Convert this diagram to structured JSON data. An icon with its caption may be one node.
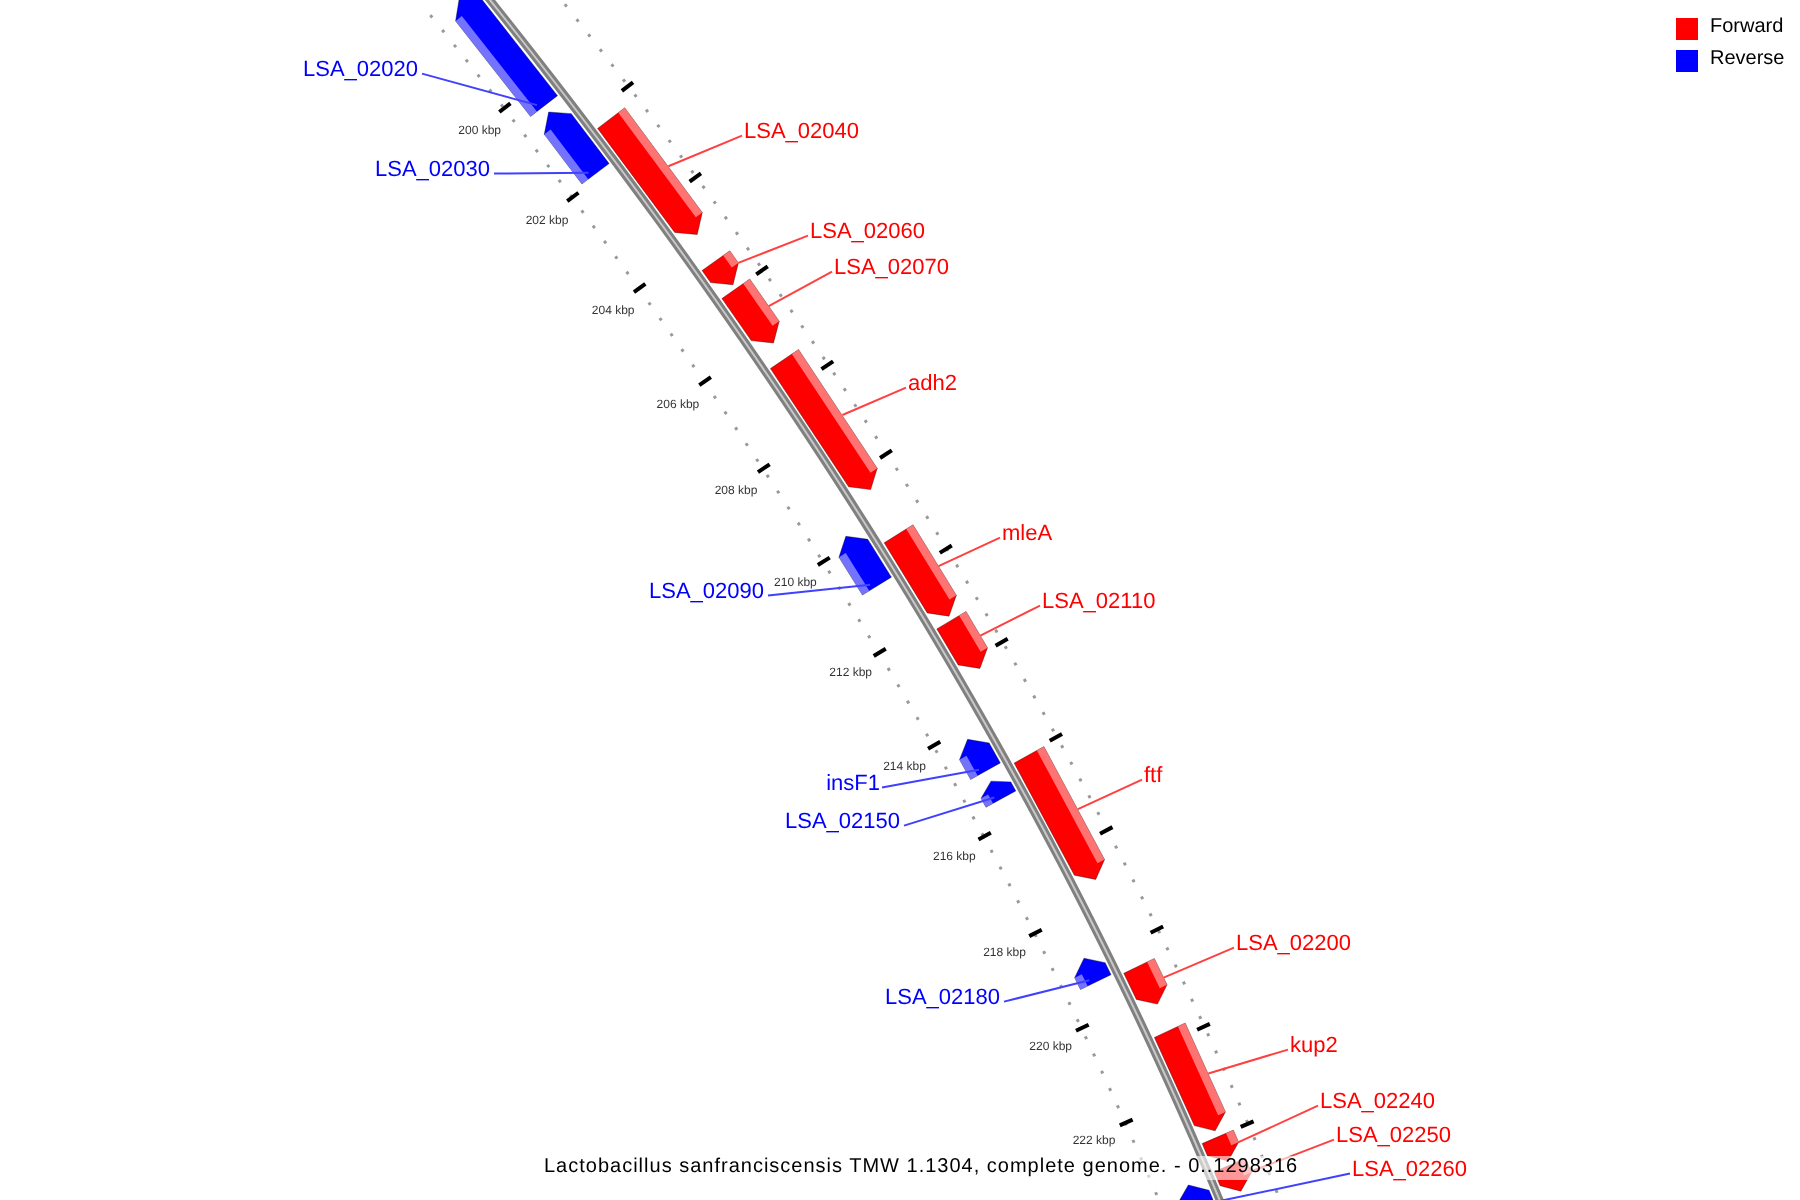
{
  "diagram": {
    "caption": "Lactobacillus sanfranciscensis TMW 1.1304, complete genome. - 0..1298316",
    "nodes": [
      {
        "text": [
          "LSA_02020"
        ]
      },
      {
        "text": [],
        "shape": "bar"
      },
      {
        "text": [
          "LSA_02030"
        ]
      },
      {
        "text": [],
        "shape": "bar"
      },
      {
        "text": [
          "LSA_02040"
        ]
      },
      {
        "text": [],
        "shape": "bar"
      },
      {
        "text": [
          "LSA_02060"
        ]
      },
      {
        "text": [],
        "shape": "bar"
      },
      {
        "text": [
          "LSA_02070"
        ]
      },
      {
        "text": [],
        "shape": "bar"
      },
      {
        "text": [
          "adh2"
        ]
      },
      {
        "text": [],
        "shape": "bar"
      },
      {
        "text": [
          "LSA_02090"
        ]
      },
      {
        "text": [],
        "shape": "bar"
      },
      {
        "text": [
          "mleA"
        ]
      },
      {
        "text": [],
        "shape": "bar"
      },
      {
        "text": [
          "LSA_02110"
        ]
      },
      {
        "text": [],
        "shape": "bar"
      },
      {
        "text": [
          "insF1"
        ]
      },
      {
        "text": [],
        "shape": "bar"
      },
      {
        "text": [
          "LSA_02150"
        ]
      },
      {
        "text": [],
        "shape": "bar"
      },
      {
        "text": [
          "ftf"
        ]
      },
      {
        "text": [],
        "shape": "bar"
      },
      {
        "text": [
          "LSA_02180"
        ]
      },
      {
        "text": [],
        "shape": "bar"
      },
      {
        "text": [
          "LSA_02200"
        ]
      },
      {
        "text": [],
        "shape": "bar"
      },
      {
        "text": [
          "kup2"
        ]
      },
      {
        "text": [],
        "shape": "bar"
      },
      {
        "text": [
          "LSA_02240"
        ]
      },
      {
        "text": [],
        "shape": "bar"
      },
      {
        "text": [
          "LSA_02250"
        ]
      },
      {
        "text": [],
        "shape": "bar"
      },
      {
        "text": [
          "LSA_02260"
        ]
      },
      {
        "text": [],
        "shape": "bar"
      }
    ],
    "edges": [
      {
        "from": 0,
        "to": 1,
        "arrow": "none",
        "color": "#4040ff"
      },
      {
        "from": 2,
        "to": 3,
        "arrow": "none",
        "color": "#4040ff"
      },
      {
        "from": 4,
        "to": 5,
        "arrow": "none"
      },
      {
        "from": 6,
        "to": 7,
        "arrow": "none"
      },
      {
        "from": 8,
        "to": 9,
        "arrow": "none"
      },
      {
        "from": 10,
        "to": 11,
        "arrow": "none"
      },
      {
        "from": 12,
        "to": 13,
        "arrow": "none",
        "color": "#4040ff"
      },
      {
        "from": 14,
        "to": 15,
        "arrow": "none"
      },
      {
        "from": 16,
        "to": 17,
        "arrow": "none"
      },
      {
        "from": 18,
        "to": 19,
        "arrow": "none",
        "color": "#4040ff"
      },
      {
        "from": 20,
        "to": 21,
        "arrow": "none",
        "color": "#4040ff"
      },
      {
        "from": 22,
        "to": 23,
        "arrow": "none"
      },
      {
        "from": 24,
        "to": 25,
        "arrow": "none",
        "color": "#4040ff"
      },
      {
        "from": 26,
        "to": 27,
        "arrow": "none"
      },
      {
        "from": 28,
        "to": 29,
        "arrow": "none"
      },
      {
        "from": 30,
        "to": 31,
        "arrow": "none"
      },
      {
        "from": 32,
        "to": 33,
        "arrow": "none"
      },
      {
        "from": 34,
        "to": 35,
        "arrow": "none",
        "color": "#4040ff"
      }
    ],
    "labels": [
      "200 kbp",
      "202 kbp",
      "204 kbp",
      "206 kbp",
      "208 kbp",
      "210 kbp",
      "212 kbp",
      "214 kbp",
      "216 kbp",
      "218 kbp",
      "220 kbp",
      "222 kbp"
    ],
    "legend": [
      {
        "text": "Forward",
        "color": "#ff0000"
      },
      {
        "text": "Reverse",
        "color": "#0000ff"
      }
    ]
  }
}
